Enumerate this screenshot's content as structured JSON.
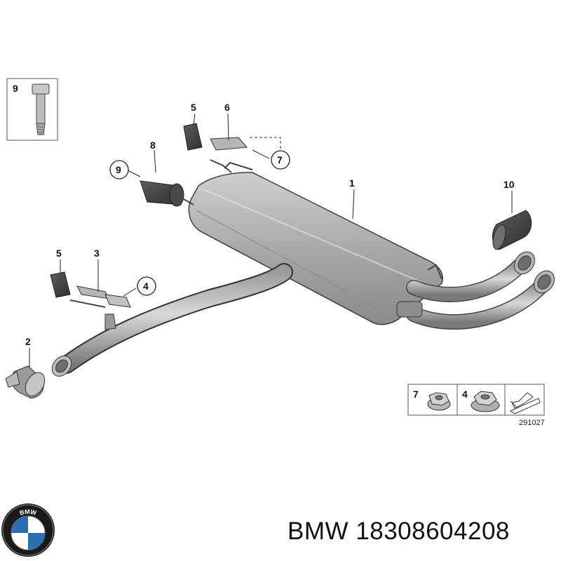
{
  "callouts": {
    "c1": "1",
    "c2": "2",
    "c3": "3",
    "c4": "4",
    "c5a": "5",
    "c5b": "5",
    "c6": "6",
    "c7": "7",
    "c8": "8",
    "c9": "9",
    "c9box": "9",
    "c10": "10"
  },
  "legend": {
    "item7": "7",
    "item4": "4",
    "code": "291027"
  },
  "logo": {
    "text": "BMW"
  },
  "caption": {
    "text": "BMW 18308604208"
  },
  "colors": {
    "part_fill": "#a9a9a9",
    "part_dark": "#7d7d7d",
    "part_light": "#d0d0d0",
    "outline": "#333333",
    "logo_blue": "#2a6fb6",
    "logo_ring": "#1a1a1a"
  }
}
